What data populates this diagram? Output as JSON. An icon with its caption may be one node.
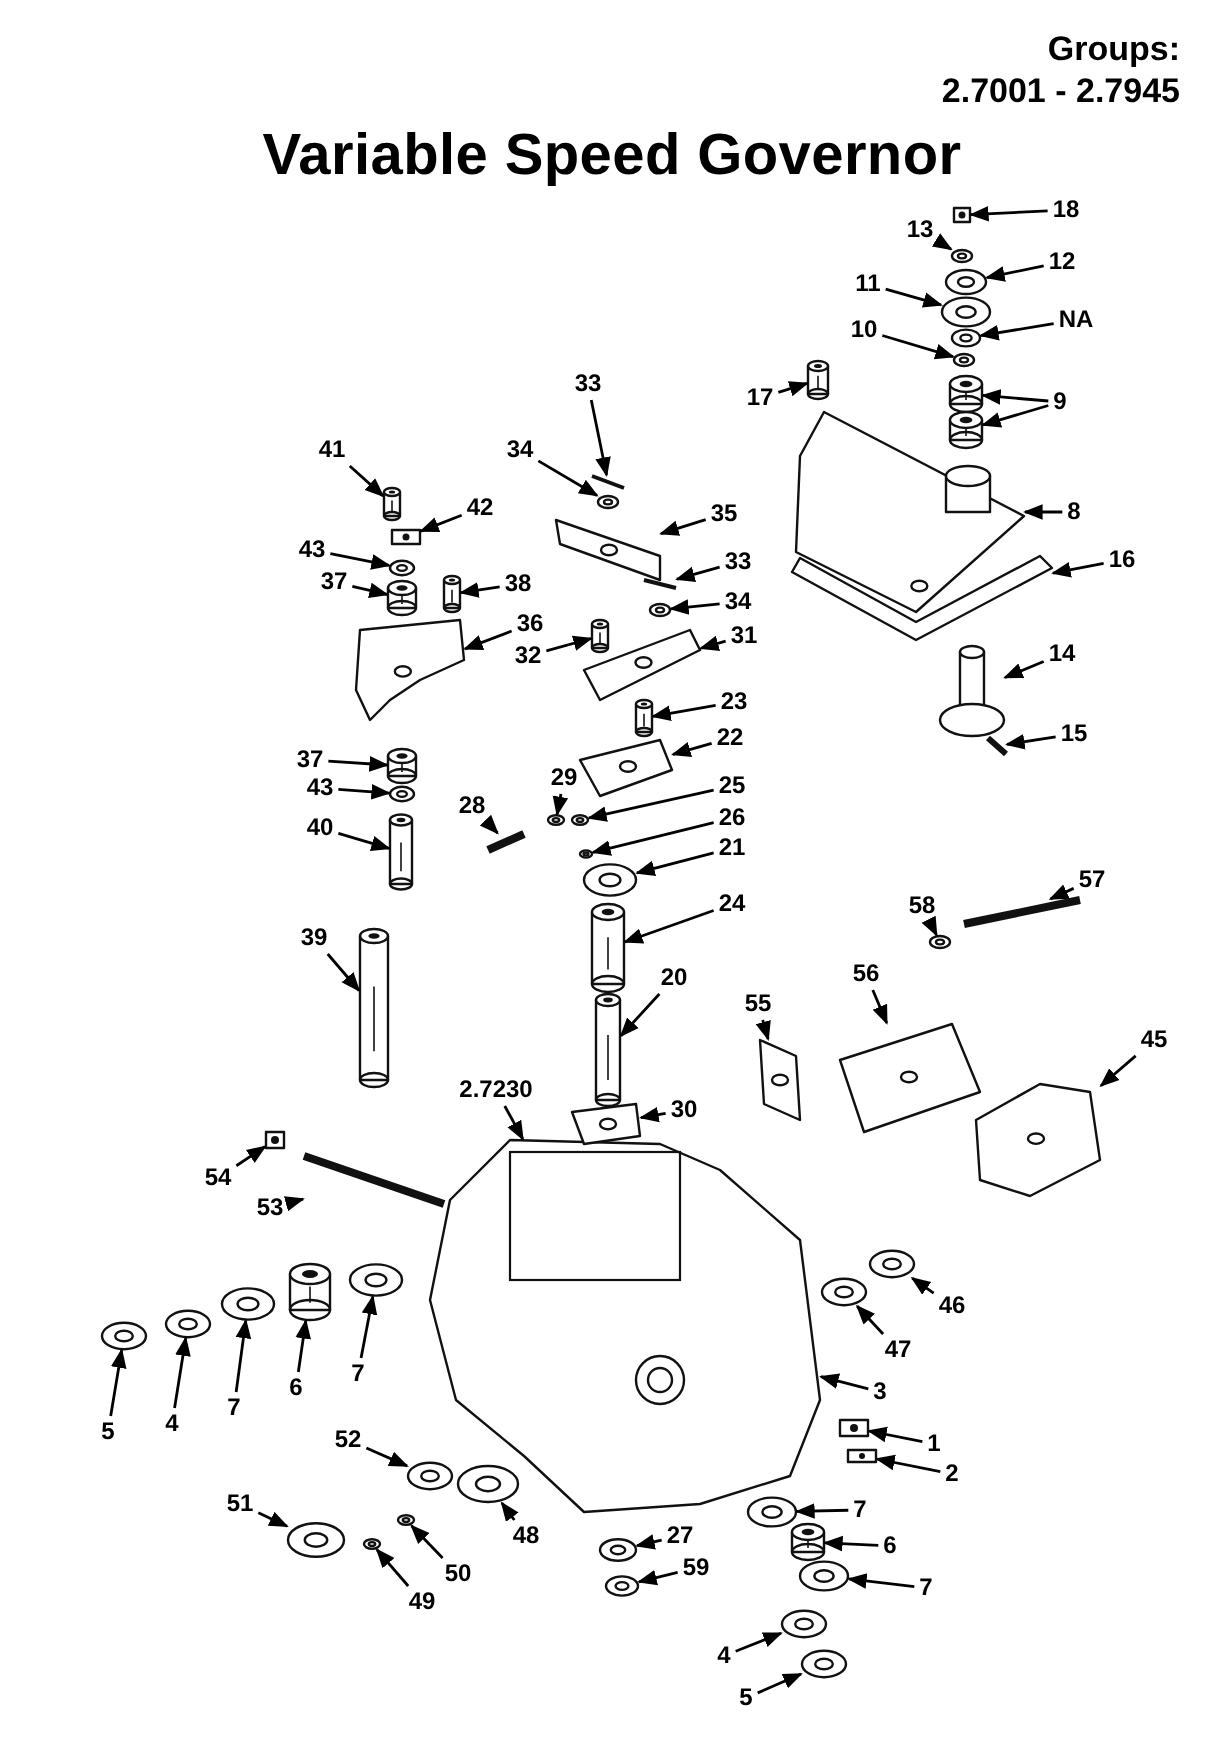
{
  "diagram": {
    "title": "Variable Speed Governor",
    "nodes": [
      {
        "text": [
          "18"
        ]
      },
      {
        "text": [
          "13"
        ]
      },
      {
        "text": [
          "12"
        ]
      },
      {
        "text": [
          "11"
        ]
      },
      {
        "text": [
          "NA"
        ]
      },
      {
        "text": [
          "10"
        ]
      },
      {
        "text": [
          "9"
        ]
      },
      {
        "text": [
          "17"
        ]
      },
      {
        "text": [
          "8"
        ]
      },
      {
        "text": [
          "16"
        ]
      },
      {
        "text": [
          "14"
        ]
      },
      {
        "text": [
          "15"
        ]
      },
      {
        "text": [
          "33"
        ]
      },
      {
        "text": [
          "34"
        ]
      },
      {
        "text": [
          "41"
        ]
      },
      {
        "text": [
          "42"
        ]
      },
      {
        "text": [
          "35"
        ]
      },
      {
        "text": [
          "43"
        ]
      },
      {
        "text": [
          "33"
        ]
      },
      {
        "text": [
          "37"
        ]
      },
      {
        "text": [
          "38"
        ]
      },
      {
        "text": [
          "34"
        ]
      },
      {
        "text": [
          "36"
        ]
      },
      {
        "text": [
          "31"
        ]
      },
      {
        "text": [
          "32"
        ]
      },
      {
        "text": [
          "23"
        ]
      },
      {
        "text": [
          "22"
        ]
      },
      {
        "text": [
          "37"
        ]
      },
      {
        "text": [
          "29"
        ]
      },
      {
        "text": [
          "43"
        ]
      },
      {
        "text": [
          "25"
        ]
      },
      {
        "text": [
          "28"
        ]
      },
      {
        "text": [
          "26"
        ]
      },
      {
        "text": [
          "40"
        ]
      },
      {
        "text": [
          "21"
        ]
      },
      {
        "text": [
          "24"
        ]
      },
      {
        "text": [
          "58"
        ]
      },
      {
        "text": [
          "57"
        ]
      },
      {
        "text": [
          "39"
        ]
      },
      {
        "text": [
          "20"
        ]
      },
      {
        "text": [
          "56"
        ]
      },
      {
        "text": [
          "55"
        ]
      },
      {
        "text": [
          "45"
        ]
      },
      {
        "text": [
          "2.7230"
        ]
      },
      {
        "text": [
          "30"
        ]
      },
      {
        "text": [
          "54"
        ]
      },
      {
        "text": [
          "53"
        ]
      },
      {
        "text": [
          "46"
        ]
      },
      {
        "text": [
          "47"
        ]
      },
      {
        "text": [
          "6"
        ]
      },
      {
        "text": [
          "7"
        ]
      },
      {
        "text": [
          "7"
        ]
      },
      {
        "text": [
          "3"
        ]
      },
      {
        "text": [
          "4"
        ]
      },
      {
        "text": [
          "5"
        ]
      },
      {
        "text": [
          "1"
        ]
      },
      {
        "text": [
          "52"
        ]
      },
      {
        "text": [
          "2"
        ]
      },
      {
        "text": [
          "51"
        ]
      },
      {
        "text": [
          "7"
        ]
      },
      {
        "text": [
          "48"
        ]
      },
      {
        "text": [
          "27"
        ]
      },
      {
        "text": [
          "6"
        ]
      },
      {
        "text": [
          "50"
        ]
      },
      {
        "text": [
          "59"
        ]
      },
      {
        "text": [
          "7"
        ]
      },
      {
        "text": [
          "49"
        ]
      },
      {
        "text": [
          "4"
        ]
      },
      {
        "text": [
          "5"
        ]
      },
      {
        "text": [],
        "shape": "picture"
      },
      {
        "text": [],
        "shape": "picture"
      },
      {
        "text": [],
        "shape": "picture"
      },
      {
        "text": [],
        "shape": "picture"
      },
      {
        "text": [],
        "shape": "picture"
      },
      {
        "text": [],
        "shape": "picture"
      },
      {
        "text": [],
        "shape": "picture"
      },
      {
        "text": [],
        "shape": "picture"
      },
      {
        "text": [],
        "shape": "picture"
      },
      {
        "text": [],
        "shape": "picture"
      },
      {
        "text": [],
        "shape": "picture"
      },
      {
        "text": [],
        "shape": "picture"
      },
      {
        "text": [],
        "shape": "picture"
      },
      {
        "text": [],
        "shape": "picture"
      },
      {
        "text": [],
        "shape": "picture"
      },
      {
        "text": [],
        "shape": "picture"
      },
      {
        "text": [],
        "shape": "picture"
      },
      {
        "text": [],
        "shape": "picture"
      },
      {
        "text": [],
        "shape": "picture"
      },
      {
        "text": [],
        "shape": "picture"
      },
      {
        "text": [],
        "shape": "picture"
      },
      {
        "text": [],
        "shape": "picture"
      },
      {
        "text": [],
        "shape": "picture"
      },
      {
        "text": [],
        "shape": "picture"
      },
      {
        "text": [],
        "shape": "picture"
      },
      {
        "text": [],
        "shape": "picture"
      },
      {
        "text": [],
        "shape": "picture"
      },
      {
        "text": [],
        "shape": "picture"
      },
      {
        "text": [],
        "shape": "picture"
      },
      {
        "text": [],
        "shape": "picture"
      },
      {
        "text": [],
        "shape": "picture"
      },
      {
        "text": [],
        "shape": "picture"
      },
      {
        "text": [],
        "shape": "picture"
      },
      {
        "text": [],
        "shape": "picture"
      },
      {
        "text": [],
        "shape": "picture"
      },
      {
        "text": [],
        "shape": "picture"
      },
      {
        "text": [],
        "shape": "picture"
      },
      {
        "text": [],
        "shape": "picture"
      },
      {
        "text": [],
        "shape": "picture"
      },
      {
        "text": [],
        "shape": "picture"
      },
      {
        "text": [],
        "shape": "picture"
      },
      {
        "text": [],
        "shape": "picture"
      },
      {
        "text": [],
        "shape": "picture"
      },
      {
        "text": [],
        "shape": "picture"
      },
      {
        "text": [],
        "shape": "picture"
      },
      {
        "text": [],
        "shape": "picture"
      },
      {
        "text": [],
        "shape": "picture"
      },
      {
        "text": [],
        "shape": "picture"
      },
      {
        "text": [],
        "shape": "picture"
      },
      {
        "text": [],
        "shape": "picture"
      },
      {
        "text": [],
        "shape": "picture"
      },
      {
        "text": [],
        "shape": "picture"
      },
      {
        "text": [],
        "shape": "picture"
      },
      {
        "text": [],
        "shape": "picture"
      },
      {
        "text": [],
        "shape": "picture"
      },
      {
        "text": [],
        "shape": "picture"
      },
      {
        "text": [],
        "shape": "picture"
      },
      {
        "text": [],
        "shape": "picture"
      },
      {
        "text": [],
        "shape": "picture"
      },
      {
        "text": [],
        "shape": "picture"
      },
      {
        "text": [],
        "shape": "picture"
      },
      {
        "text": [],
        "shape": "picture"
      },
      {
        "text": [],
        "shape": "picture"
      },
      {
        "text": [],
        "shape": "picture"
      },
      {
        "text": [],
        "shape": "picture"
      },
      {
        "text": [],
        "shape": "picture"
      },
      {
        "text": [],
        "shape": "picture"
      },
      {
        "text": [],
        "shape": "picture"
      },
      {
        "text": [],
        "shape": "picture"
      }
    ],
    "edges": [
      {
        "from": 0,
        "to": 69,
        "arrow": "to"
      },
      {
        "from": 1,
        "to": 70,
        "arrow": "to"
      },
      {
        "from": 2,
        "to": 71,
        "arrow": "to"
      },
      {
        "from": 3,
        "to": 72,
        "arrow": "to"
      },
      {
        "from": 4,
        "to": 73,
        "arrow": "to"
      },
      {
        "from": 5,
        "to": 74,
        "arrow": "to"
      },
      {
        "from": 6,
        "to": 75,
        "arrow": "to"
      },
      {
        "from": 6,
        "to": 76,
        "arrow": "to"
      },
      {
        "from": 7,
        "to": 77,
        "arrow": "to"
      },
      {
        "from": 8,
        "to": 78,
        "arrow": "to"
      },
      {
        "from": 9,
        "to": 79,
        "arrow": "to"
      },
      {
        "from": 10,
        "to": 80,
        "arrow": "to"
      },
      {
        "from": 11,
        "to": 81,
        "arrow": "to"
      },
      {
        "from": 12,
        "to": 82,
        "arrow": "to"
      },
      {
        "from": 13,
        "to": 83,
        "arrow": "to"
      },
      {
        "from": 14,
        "to": 84,
        "arrow": "to"
      },
      {
        "from": 15,
        "to": 85,
        "arrow": "to"
      },
      {
        "from": 16,
        "to": 86,
        "arrow": "to"
      },
      {
        "from": 17,
        "to": 87,
        "arrow": "to"
      },
      {
        "from": 18,
        "to": 88,
        "arrow": "to"
      },
      {
        "from": 19,
        "to": 89,
        "arrow": "to"
      },
      {
        "from": 20,
        "to": 90,
        "arrow": "to"
      },
      {
        "from": 21,
        "to": 91,
        "arrow": "to"
      },
      {
        "from": 22,
        "to": 92,
        "arrow": "to"
      },
      {
        "from": 23,
        "to": 93,
        "arrow": "to"
      },
      {
        "from": 24,
        "to": 94,
        "arrow": "to"
      },
      {
        "from": 25,
        "to": 95,
        "arrow": "to"
      },
      {
        "from": 26,
        "to": 96,
        "arrow": "to"
      },
      {
        "from": 27,
        "to": 97,
        "arrow": "to"
      },
      {
        "from": 28,
        "to": 98,
        "arrow": "to"
      },
      {
        "from": 29,
        "to": 99,
        "arrow": "to"
      },
      {
        "from": 30,
        "to": 100,
        "arrow": "to"
      },
      {
        "from": 31,
        "to": 101,
        "arrow": "to"
      },
      {
        "from": 32,
        "to": 102,
        "arrow": "to"
      },
      {
        "from": 33,
        "to": 103,
        "arrow": "to"
      },
      {
        "from": 34,
        "to": 104,
        "arrow": "to"
      },
      {
        "from": 35,
        "to": 105,
        "arrow": "to"
      },
      {
        "from": 36,
        "to": 106,
        "arrow": "to"
      },
      {
        "from": 37,
        "to": 107,
        "arrow": "to"
      },
      {
        "from": 38,
        "to": 108,
        "arrow": "to"
      },
      {
        "from": 39,
        "to": 109,
        "arrow": "to"
      },
      {
        "from": 40,
        "to": 110,
        "arrow": "to"
      },
      {
        "from": 41,
        "to": 111,
        "arrow": "to"
      },
      {
        "from": 42,
        "to": 112,
        "arrow": "to"
      },
      {
        "from": 43,
        "to": 113,
        "arrow": "to"
      },
      {
        "from": 44,
        "to": 114,
        "arrow": "to"
      },
      {
        "from": 45,
        "to": 115,
        "arrow": "to"
      },
      {
        "from": 46,
        "to": 116,
        "arrow": "to"
      },
      {
        "from": 47,
        "to": 117,
        "arrow": "to"
      },
      {
        "from": 48,
        "to": 118,
        "arrow": "to"
      },
      {
        "from": 49,
        "to": 119,
        "arrow": "to"
      },
      {
        "from": 50,
        "to": 120,
        "arrow": "to"
      },
      {
        "from": 51,
        "to": 121,
        "arrow": "to"
      },
      {
        "from": 52,
        "to": 113,
        "arrow": "to"
      },
      {
        "from": 53,
        "to": 122,
        "arrow": "to"
      },
      {
        "from": 54,
        "to": 123,
        "arrow": "to"
      },
      {
        "from": 55,
        "to": 124,
        "arrow": "to"
      },
      {
        "from": 56,
        "to": 125,
        "arrow": "to"
      },
      {
        "from": 57,
        "to": 126,
        "arrow": "to"
      },
      {
        "from": 58,
        "to": 127,
        "arrow": "to"
      },
      {
        "from": 59,
        "to": 128,
        "arrow": "to"
      },
      {
        "from": 60,
        "to": 129,
        "arrow": "to"
      },
      {
        "from": 61,
        "to": 130,
        "arrow": "to"
      },
      {
        "from": 62,
        "to": 131,
        "arrow": "to"
      },
      {
        "from": 63,
        "to": 132,
        "arrow": "to"
      },
      {
        "from": 64,
        "to": 133,
        "arrow": "to"
      },
      {
        "from": 65,
        "to": 134,
        "arrow": "to"
      },
      {
        "from": 66,
        "to": 135,
        "arrow": "to"
      },
      {
        "from": 67,
        "to": 136,
        "arrow": "to"
      },
      {
        "from": 68,
        "to": 137,
        "arrow": "to"
      }
    ],
    "labels": [
      "Groups:",
      "2.7001 - 2.7945"
    ]
  }
}
